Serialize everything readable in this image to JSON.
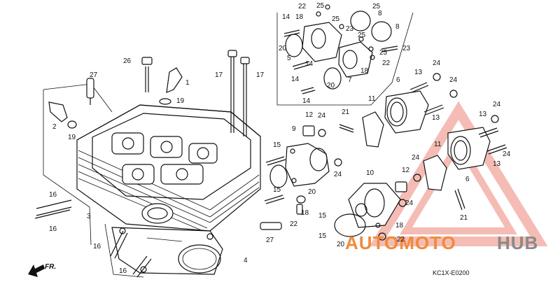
{
  "diagram_code": "KC1X-E0200",
  "direction_arrow": "FR.",
  "watermark": {
    "text_orange": "AUTOMOTO",
    "text_gray": "HUB",
    "color_orange": "#f08a3a",
    "color_gray": "#8a8a8a",
    "color_triangle": "#f2b0a8"
  },
  "callouts": [
    {
      "id": "c1",
      "num": "1"
    },
    {
      "id": "c2",
      "num": "2"
    },
    {
      "id": "c3",
      "num": "3"
    },
    {
      "id": "c4",
      "num": "4"
    },
    {
      "id": "c5",
      "num": "5"
    },
    {
      "id": "c6a",
      "num": "6"
    },
    {
      "id": "c6b",
      "num": "6"
    },
    {
      "id": "c7",
      "num": "7"
    },
    {
      "id": "c8a",
      "num": "8"
    },
    {
      "id": "c8b",
      "num": "8"
    },
    {
      "id": "c9",
      "num": "9"
    },
    {
      "id": "c10",
      "num": "10"
    },
    {
      "id": "c11a",
      "num": "11"
    },
    {
      "id": "c11b",
      "num": "11"
    },
    {
      "id": "c12a",
      "num": "12"
    },
    {
      "id": "c12b",
      "num": "12"
    },
    {
      "id": "c13a",
      "num": "13"
    },
    {
      "id": "c13b",
      "num": "13"
    },
    {
      "id": "c13c",
      "num": "13"
    },
    {
      "id": "c13d",
      "num": "13"
    },
    {
      "id": "c14a",
      "num": "14"
    },
    {
      "id": "c14b",
      "num": "14"
    },
    {
      "id": "c14c",
      "num": "14"
    },
    {
      "id": "c14d",
      "num": "14"
    },
    {
      "id": "c15a",
      "num": "15"
    },
    {
      "id": "c15b",
      "num": "15"
    },
    {
      "id": "c15c",
      "num": "15"
    },
    {
      "id": "c15d",
      "num": "15"
    },
    {
      "id": "c16a",
      "num": "16"
    },
    {
      "id": "c16b",
      "num": "16"
    },
    {
      "id": "c16c",
      "num": "16"
    },
    {
      "id": "c16d",
      "num": "16"
    },
    {
      "id": "c17a",
      "num": "17"
    },
    {
      "id": "c17b",
      "num": "17"
    },
    {
      "id": "c18a",
      "num": "18"
    },
    {
      "id": "c18b",
      "num": "18"
    },
    {
      "id": "c18c",
      "num": "18"
    },
    {
      "id": "c18d",
      "num": "18"
    },
    {
      "id": "c19a",
      "num": "19"
    },
    {
      "id": "c19b",
      "num": "19"
    },
    {
      "id": "c20a",
      "num": "20"
    },
    {
      "id": "c20b",
      "num": "20"
    },
    {
      "id": "c20c",
      "num": "20"
    },
    {
      "id": "c20d",
      "num": "20"
    },
    {
      "id": "c21a",
      "num": "21"
    },
    {
      "id": "c21b",
      "num": "21"
    },
    {
      "id": "c22a",
      "num": "22"
    },
    {
      "id": "c22b",
      "num": "22"
    },
    {
      "id": "c22c",
      "num": "22"
    },
    {
      "id": "c22d",
      "num": "22"
    },
    {
      "id": "c23a",
      "num": "23"
    },
    {
      "id": "c23b",
      "num": "23"
    },
    {
      "id": "c24a",
      "num": "24"
    },
    {
      "id": "c24b",
      "num": "24"
    },
    {
      "id": "c24c",
      "num": "24"
    },
    {
      "id": "c24d",
      "num": "24"
    },
    {
      "id": "c24e",
      "num": "24"
    },
    {
      "id": "c24f",
      "num": "24"
    },
    {
      "id": "c24g",
      "num": "24"
    },
    {
      "id": "c24h",
      "num": "24"
    },
    {
      "id": "c25a",
      "num": "25"
    },
    {
      "id": "c25b",
      "num": "25"
    },
    {
      "id": "c25c",
      "num": "25"
    },
    {
      "id": "c25d",
      "num": "25"
    },
    {
      "id": "c25e",
      "num": "25"
    },
    {
      "id": "c26",
      "num": "26"
    },
    {
      "id": "c27a",
      "num": "27"
    },
    {
      "id": "c27b",
      "num": "27"
    }
  ]
}
